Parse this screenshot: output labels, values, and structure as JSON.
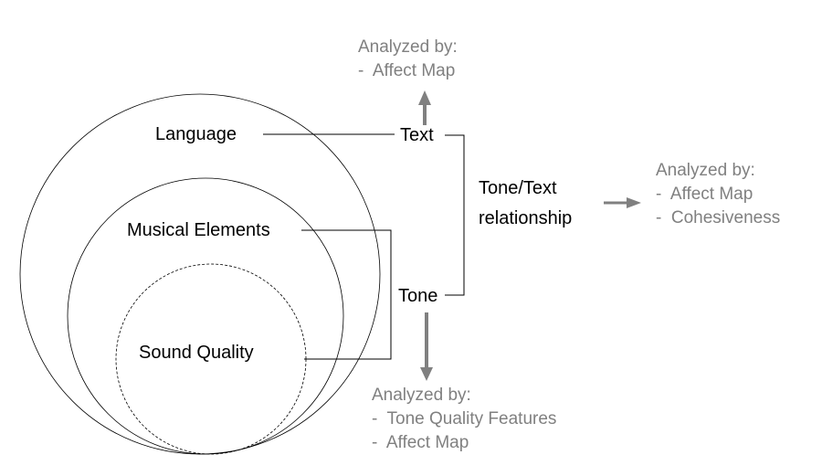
{
  "diagram": {
    "circles": [
      {
        "id": "outer",
        "label": "Language",
        "style": "solid"
      },
      {
        "id": "middle",
        "label": "Musical Elements",
        "style": "solid"
      },
      {
        "id": "inner",
        "label": "Sound Quality",
        "style": "dashed"
      }
    ],
    "nodes": {
      "text": "Text",
      "tone": "Tone",
      "relationship_line1": "Tone/Text",
      "relationship_line2": "relationship"
    },
    "annotations": {
      "text": {
        "heading": "Analyzed by:",
        "items": [
          "-  Affect Map"
        ]
      },
      "relationship": {
        "heading": "Analyzed by:",
        "items": [
          "-  Affect Map",
          "-  Cohesiveness"
        ]
      },
      "tone": {
        "heading": "Analyzed by:",
        "items": [
          "-  Tone Quality Features",
          "-  Affect Map"
        ]
      }
    },
    "colors": {
      "line": "#000000",
      "arrow": "#808080",
      "annotation_text": "#808080"
    }
  }
}
